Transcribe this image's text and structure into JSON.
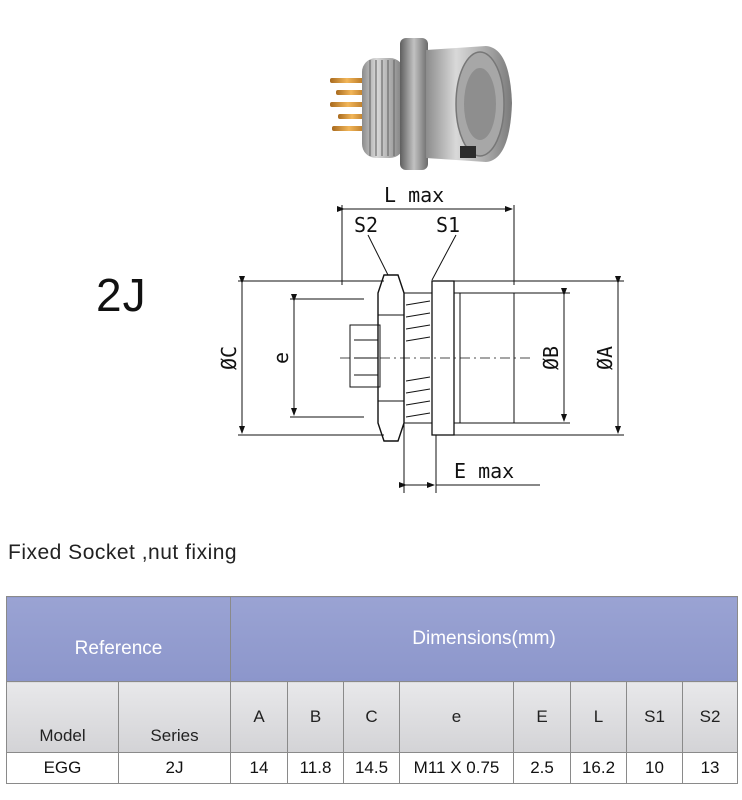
{
  "series_label": "2J",
  "section_title": "Fixed Socket ,nut  fixing",
  "drawing": {
    "l_max": "L  max",
    "s2": "S2",
    "s1": "S1",
    "dia_c": "ØC",
    "e_small": "e",
    "dia_b": "ØB",
    "dia_a": "ØA",
    "e_max": "E  max"
  },
  "table": {
    "reference_label": "Reference",
    "dimensions_label": "Dimensions(mm)",
    "columns": [
      "Model",
      "Series",
      "A",
      "B",
      "C",
      "e",
      "E",
      "L",
      "S1",
      "S2"
    ],
    "rows": [
      [
        "EGG",
        "2J",
        "14",
        "11.8",
        "14.5",
        "M11 X 0.75",
        "2.5",
        "16.2",
        "10",
        "13"
      ]
    ]
  },
  "colors": {
    "header_blue": "#9aa3d3",
    "subheader_gray": "#dcdcdf"
  }
}
